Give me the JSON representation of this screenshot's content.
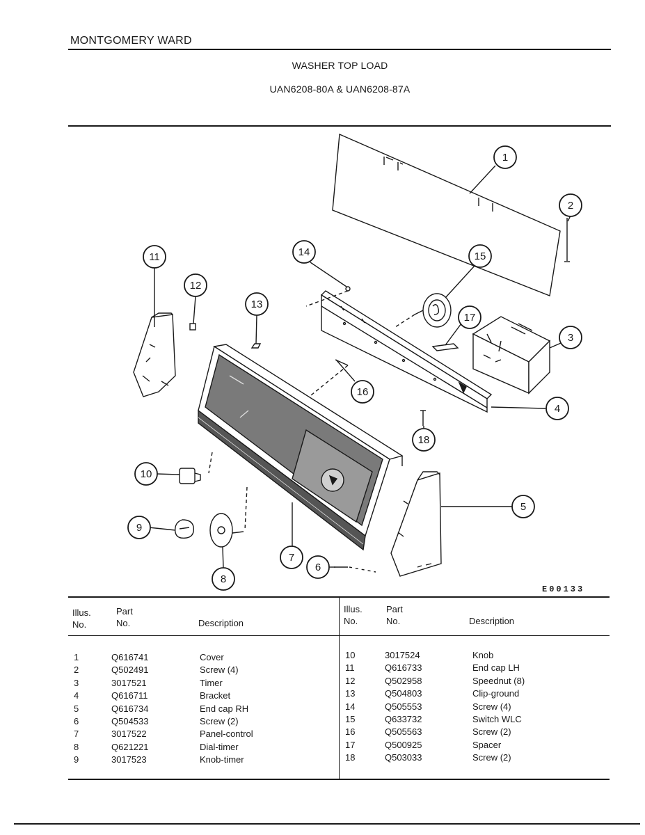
{
  "brand": "MONTGOMERY WARD",
  "title": "WASHER TOP LOAD",
  "models": "UAN6208-80A & UAN6208-87A",
  "diagram_code": "E00133",
  "callouts": [
    "1",
    "2",
    "3",
    "4",
    "5",
    "6",
    "7",
    "8",
    "9",
    "10",
    "11",
    "12",
    "13",
    "14",
    "15",
    "16",
    "17",
    "18"
  ],
  "table": {
    "headers": {
      "illus_line1": "Illus.",
      "illus_line2": "No.",
      "part_line1": "Part",
      "part_line2": "No.",
      "description": "Description"
    },
    "left_rows": [
      {
        "illus": "1",
        "part": "Q616741",
        "desc": "Cover"
      },
      {
        "illus": "2",
        "part": "Q502491",
        "desc": "Screw (4)"
      },
      {
        "illus": "3",
        "part": "3017521",
        "desc": "Timer"
      },
      {
        "illus": "4",
        "part": "Q616711",
        "desc": "Bracket"
      },
      {
        "illus": "5",
        "part": "Q616734",
        "desc": "End cap RH"
      },
      {
        "illus": "6",
        "part": "Q504533",
        "desc": "Screw (2)"
      },
      {
        "illus": "7",
        "part": "3017522",
        "desc": "Panel-control"
      },
      {
        "illus": "8",
        "part": "Q621221",
        "desc": "Dial-timer"
      },
      {
        "illus": "9",
        "part": "3017523",
        "desc": "Knob-timer"
      }
    ],
    "right_rows": [
      {
        "illus": "10",
        "part": "3017524",
        "desc": "Knob"
      },
      {
        "illus": "11",
        "part": "Q616733",
        "desc": "End cap LH"
      },
      {
        "illus": "12",
        "part": "Q502958",
        "desc": "Speednut (8)"
      },
      {
        "illus": "13",
        "part": "Q504803",
        "desc": "Clip-ground"
      },
      {
        "illus": "14",
        "part": "Q505553",
        "desc": "Screw (4)"
      },
      {
        "illus": "15",
        "part": "Q633732",
        "desc": "Switch WLC"
      },
      {
        "illus": "16",
        "part": "Q505563",
        "desc": "Screw (2)"
      },
      {
        "illus": "17",
        "part": "Q500925",
        "desc": "Spacer"
      },
      {
        "illus": "18",
        "part": "Q503033",
        "desc": "Screw (2)"
      }
    ]
  }
}
